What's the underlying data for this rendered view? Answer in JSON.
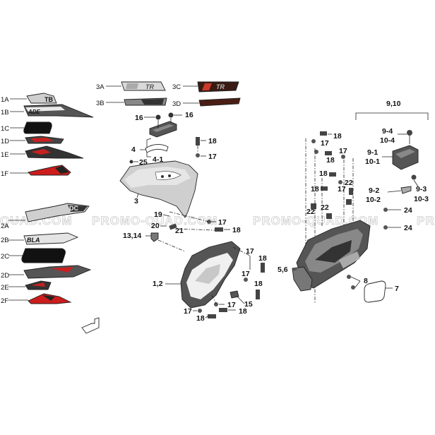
{
  "watermark": {
    "left": "QUAD.COM",
    "center": "PROMO-QUAD.COM",
    "right": "PROMO-QUAD.COM",
    "edge": "PR"
  },
  "decal_texts": {
    "d1a": "TB",
    "d1b": "ADE",
    "d2a": "DC",
    "d2b": "BLA",
    "d3a": "TR",
    "d3c": "TR"
  },
  "labels": {
    "l1A": "1A",
    "l1B": "1B",
    "l1C": "1C",
    "l1D": "1D",
    "l1E": "1E",
    "l1F": "1F",
    "l2A": "2A",
    "l2B": "2B",
    "l2C": "2C",
    "l2D": "2D",
    "l2E": "2E",
    "l2F": "2F",
    "l3A": "3A",
    "l3B": "3B",
    "l3C": "3C",
    "l3D": "3D",
    "l16a": "16",
    "l16b": "16",
    "l18a": "18",
    "l17a": "17",
    "l4": "4",
    "l41": "4-1",
    "l25": "25",
    "l3": "3",
    "l19": "19",
    "l20": "20",
    "l21": "21",
    "l1314": "13,14",
    "l17b": "17",
    "l18b": "18",
    "l12": "1,2",
    "l17c": "17",
    "l18c": "18",
    "l17d": "17",
    "l18d": "18",
    "l15": "15",
    "l17e": "17",
    "l18e": "18",
    "l17f": "17",
    "l18f": "18",
    "l910": "9,10",
    "l18g": "18",
    "l17g": "17",
    "l17h": "17",
    "l18h": "18",
    "l18i": "18",
    "l17i": "17",
    "l22a": "22",
    "l22b": "22",
    "l22c": "22",
    "l18j": "18",
    "l94": "9-4",
    "l104": "10-4",
    "l91": "9-1",
    "l101": "10-1",
    "l92": "9-2",
    "l102": "10-2",
    "l93": "9-3",
    "l103": "10-3",
    "l24a": "24",
    "l24b": "24",
    "l56": "5,6",
    "l8": "8",
    "l7": "7"
  }
}
